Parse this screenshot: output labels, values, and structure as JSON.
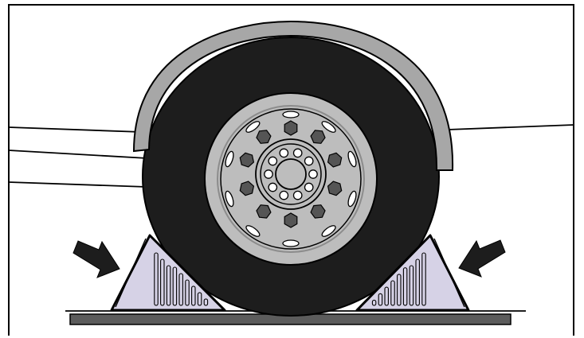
{
  "figure": {
    "subject": "wheel-chocks",
    "chock_count": 2,
    "arrow_count": 2,
    "lug_nut_count": 10,
    "hub_bolt_count": 10,
    "hand_hole_count": 10
  },
  "colors": {
    "tire": "#1d1d1d",
    "fender": "#a7a7a7",
    "rim": "#bdbdbd",
    "rim_ring": "#8c8c8c",
    "lug_nut": "#555555",
    "chock_fill": "#d6d2e6",
    "ground_plate": "#5c5c5c",
    "arrow": "#1d1d1d",
    "frame": "#000000"
  }
}
